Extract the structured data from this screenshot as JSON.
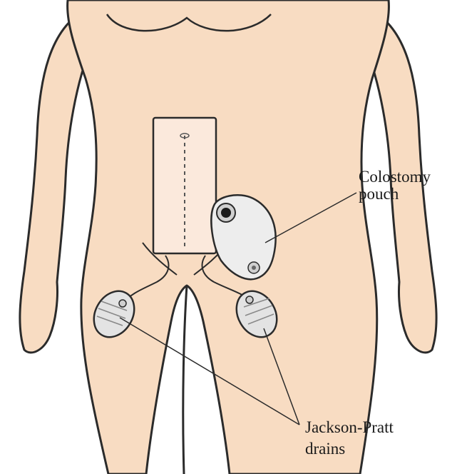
{
  "colors": {
    "skin": "#f8dcc2",
    "outline": "#2b2b2b",
    "dressing": "#fbe9dc",
    "device": "#e6e6e6",
    "device_dark": "#9a9a9a"
  },
  "labels": {
    "colostomy": {
      "line1": "Colostomy",
      "line2": "pouch"
    },
    "jp": {
      "line1": "Jackson-Pratt",
      "line2": "drains"
    }
  }
}
